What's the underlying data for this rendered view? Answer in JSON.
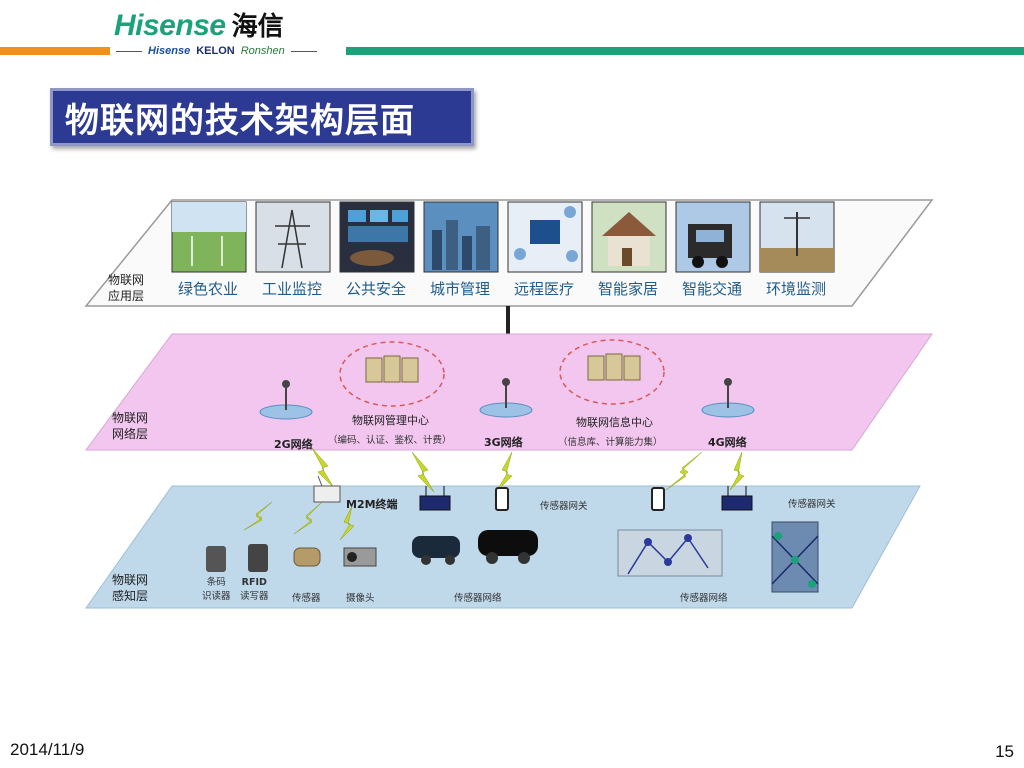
{
  "header": {
    "logo_word": "Hisense",
    "logo_cn": "海信",
    "brand_line": [
      "Hisense",
      "KELON",
      "Ronshen"
    ],
    "accent_green": "#1aa37a",
    "accent_orange": "#f29018"
  },
  "title": "物联网的技术架构层面",
  "diagram": {
    "app_layer": {
      "name_line1": "物联网",
      "name_line2": "应用层",
      "items": [
        "绿色农业",
        "工业监控",
        "公共安全",
        "城市管理",
        "远程医疗",
        "智能家居",
        "智能交通",
        "环境监测"
      ]
    },
    "network_layer": {
      "name_line1": "物联网",
      "name_line2": "网络层",
      "networks": [
        "2G网络",
        "3G网络",
        "4G网络"
      ],
      "mgmt_center": "物联网管理中心",
      "mgmt_detail": "（编码、认证、鉴权、计费）",
      "info_center": "物联网信息中心",
      "info_detail": "（信息库、计算能力集）"
    },
    "perception_layer": {
      "name_line1": "物联网",
      "name_line2": "感知层",
      "m2m": "M2M终端",
      "gateway1": "传感器网关",
      "gateway2": "传感器网关",
      "barcode_1": "条码",
      "barcode_2": "识读器",
      "rfid_1": "RFID",
      "rfid_2": "读写器",
      "sensor": "传感器",
      "camera": "摄像头",
      "sensor_net1": "传感器网络",
      "sensor_net2": "传感器网络"
    },
    "icons": [
      "field-photo",
      "tower-photo",
      "control-room-photo",
      "city-photo",
      "medical-photo",
      "house-photo",
      "truck-photo",
      "weather-station-photo"
    ]
  },
  "footer": {
    "date": "2014/11/9",
    "page": "15"
  }
}
